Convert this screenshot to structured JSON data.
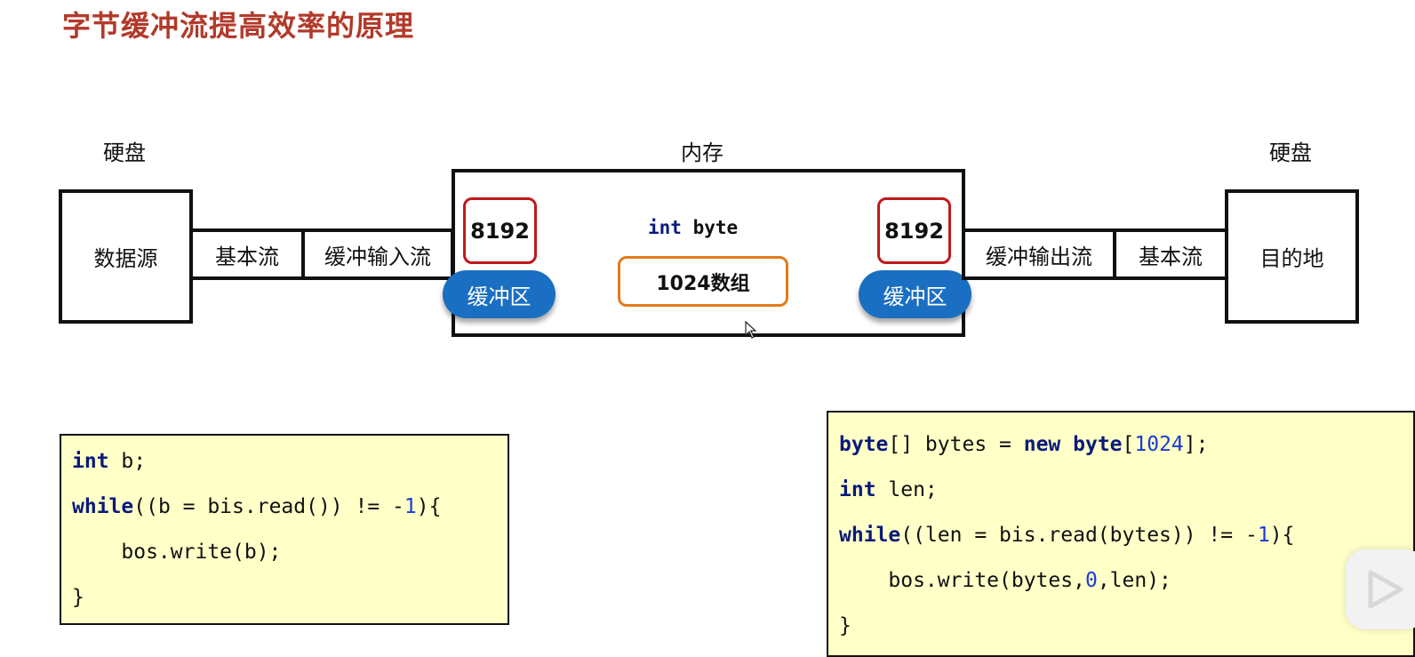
{
  "title": "字节缓冲流提高效率的原理",
  "labels": {
    "left_disk": "硬盘",
    "memory": "内存",
    "right_disk": "硬盘"
  },
  "nodes": {
    "source": "数据源",
    "destination": "目的地",
    "basic_stream_left": "基本流",
    "buffered_input_stream": "缓冲输入流",
    "buffered_output_stream": "缓冲输出流",
    "basic_stream_right": "基本流"
  },
  "memory": {
    "left_buffer_size": "8192",
    "right_buffer_size": "8192",
    "left_buffer_label": "缓冲区",
    "right_buffer_label": "缓冲区",
    "int_keyword": "int",
    "byte_word": " byte",
    "array_label": "1024数组"
  },
  "code_left": [
    [
      {
        "t": "int",
        "k": "kw"
      },
      {
        "t": " b;"
      }
    ],
    [
      {
        "t": "while",
        "k": "kw"
      },
      {
        "t": "((b = bis.read()) != -"
      },
      {
        "t": "1",
        "k": "num"
      },
      {
        "t": "){"
      }
    ],
    [
      {
        "t": "    bos.write(b);"
      }
    ],
    [
      {
        "t": "}"
      }
    ]
  ],
  "code_right": [
    [
      {
        "t": "byte",
        "k": "kw"
      },
      {
        "t": "[] bytes = "
      },
      {
        "t": "new",
        "k": "kw"
      },
      {
        "t": " "
      },
      {
        "t": "byte",
        "k": "kw"
      },
      {
        "t": "["
      },
      {
        "t": "1024",
        "k": "num"
      },
      {
        "t": "];"
      }
    ],
    [
      {
        "t": "int",
        "k": "kw"
      },
      {
        "t": " len;"
      }
    ],
    [
      {
        "t": "while",
        "k": "kw"
      },
      {
        "t": "((len = bis.read(bytes)) != -"
      },
      {
        "t": "1",
        "k": "num"
      },
      {
        "t": "){"
      }
    ],
    [
      {
        "t": "    bos.write(bytes,"
      },
      {
        "t": "0",
        "k": "num"
      },
      {
        "t": ",len);"
      }
    ],
    [
      {
        "t": "}"
      }
    ]
  ],
  "colors": {
    "title": "#b23a2a",
    "buffer_border": "#c0191c",
    "buffer_pill": "#1a6fc2",
    "array_border": "#e27a1a",
    "code_bg": "#ffffc8",
    "keyword": "#0a1a7a",
    "number": "#1a3bd6"
  },
  "icons": [
    "mouse-cursor-icon",
    "play-icon"
  ]
}
